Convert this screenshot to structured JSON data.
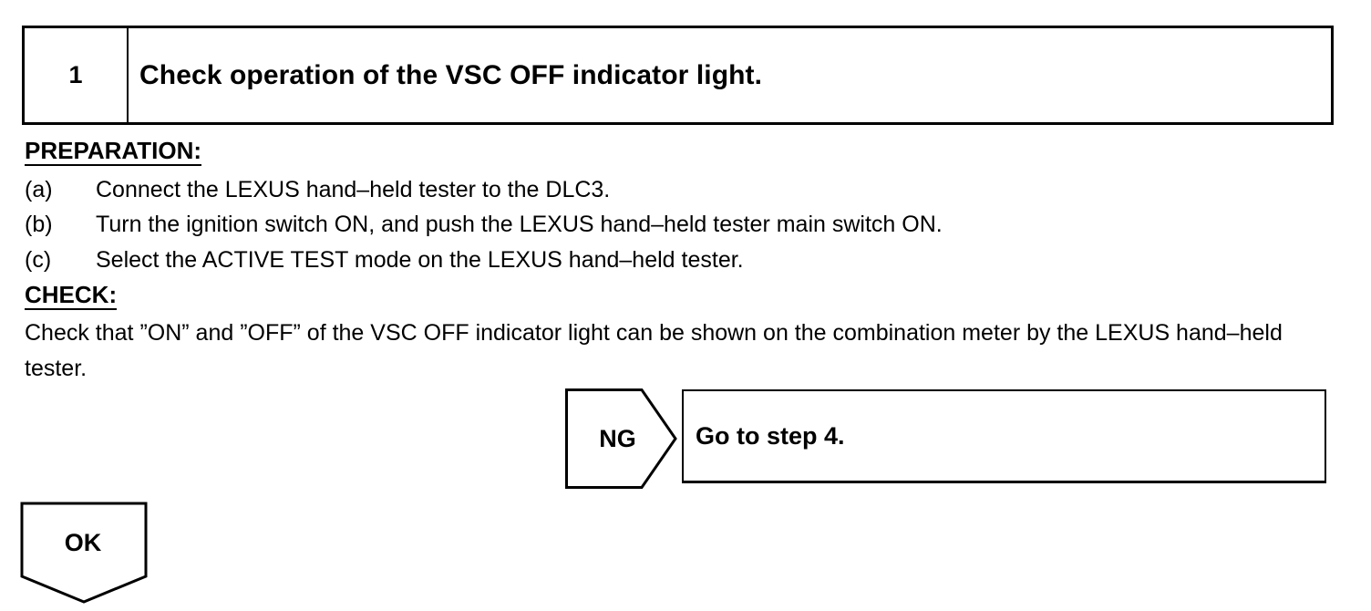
{
  "step": {
    "number": "1",
    "title": "Check operation of the VSC OFF indicator light."
  },
  "preparation": {
    "heading": "PREPARATION:",
    "items": [
      {
        "marker": "(a)",
        "text": "Connect the LEXUS hand–held tester to the DLC3."
      },
      {
        "marker": "(b)",
        "text": "Turn the ignition switch ON, and push the LEXUS hand–held tester main switch ON."
      },
      {
        "marker": "(c)",
        "text": "Select the ACTIVE TEST mode on the LEXUS hand–held tester."
      }
    ]
  },
  "check": {
    "heading": "CHECK:",
    "text": "Check that ”ON” and ”OFF” of the VSC OFF indicator light can be shown on the combination meter by the LEXUS hand–held tester."
  },
  "ng": {
    "label": "NG",
    "action": "Go to step 4."
  },
  "ok": {
    "label": "OK"
  }
}
